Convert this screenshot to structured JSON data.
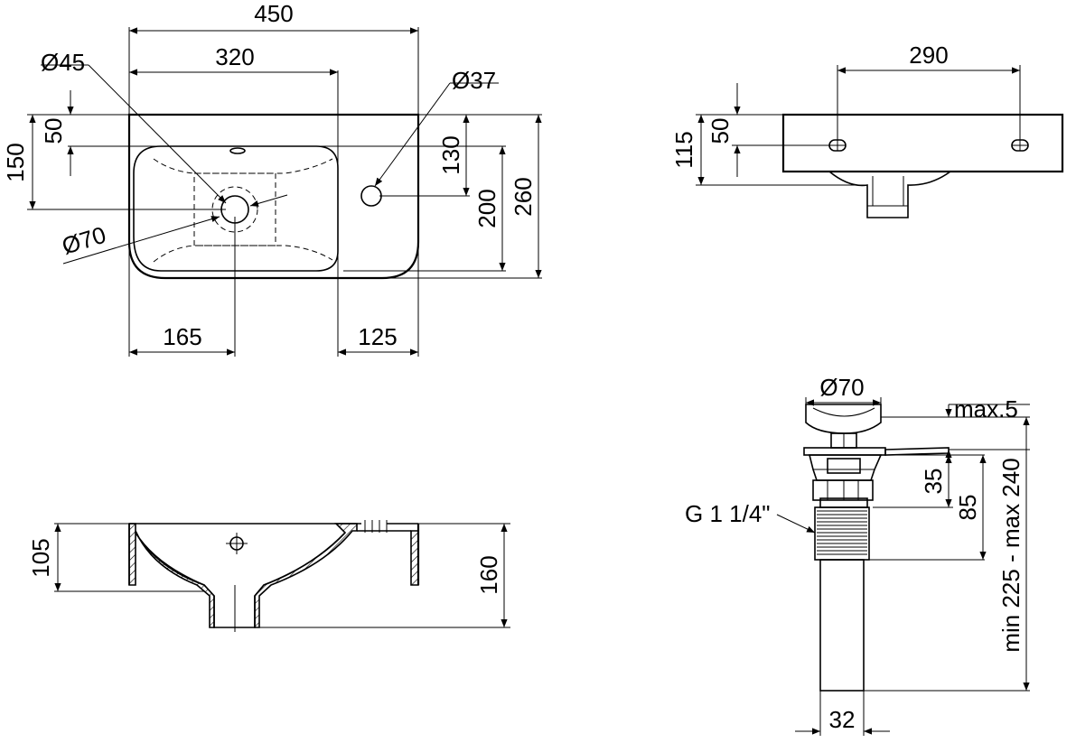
{
  "top_view": {
    "width_overall": "450",
    "width_bowl": "320",
    "tap_hole_dia": "Ø45",
    "overflow_dia": "Ø37",
    "drain_dia": "Ø70",
    "offset_top": "50",
    "offset_150": "150",
    "dim_130": "130",
    "dim_200": "200",
    "depth_overall": "260",
    "left_to_drain": "165",
    "right_to_edge": "125"
  },
  "side_view": {
    "mount_spacing": "290",
    "mount_offset": "50",
    "height": "115"
  },
  "section_view": {
    "bowl_depth": "105",
    "total_height": "160"
  },
  "drain_detail": {
    "cap_dia": "Ø70",
    "cap_gap": "max.5",
    "dim_35": "35",
    "dim_85": "85",
    "length_range": "min 225 - max 240",
    "thread": "G 1 1/4\"",
    "pipe_dia": "32"
  }
}
